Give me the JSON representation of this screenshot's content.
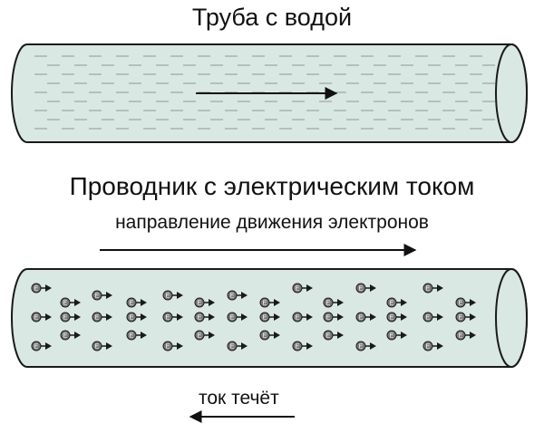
{
  "water_pipe": {
    "title": "Труба с водой"
  },
  "conductor": {
    "title": "Проводник с электрическим током",
    "electron_direction_label": "направление движения электронов",
    "electron_symbol": "E",
    "current_label": "ток течёт"
  },
  "colors": {
    "tube_fill": "#d9e8e3",
    "outline": "#1a1a1a",
    "water_dash": "#8a9a95",
    "electron_fill": "#7a7a7a"
  }
}
